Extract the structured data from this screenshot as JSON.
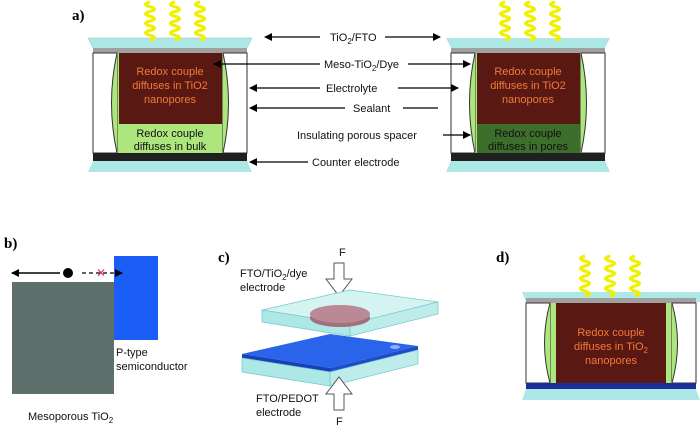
{
  "panels": {
    "a": "a)",
    "b": "b)",
    "c": "c)",
    "d": "d)"
  },
  "panel_a": {
    "labels": {
      "tio2_fto": "TiO2/FTO",
      "meso_dye": "Meso-TiO2/Dye",
      "electrolyte": "Electrolyte",
      "sealant": "Sealant",
      "spacer": "Insulating porous spacer",
      "counter": "Counter electrode"
    },
    "left_cell": {
      "pore_text": [
        "Redox couple",
        "diffuses in TiO2",
        "nanopores"
      ],
      "bulk_text": [
        "Redox couple",
        "diffuses in bulk"
      ]
    },
    "right_cell": {
      "pore_text": [
        "Redox couple",
        "diffuses in TiO2",
        "nanopores"
      ],
      "pores_text": [
        "Redox couple",
        "diffuses in pores"
      ]
    }
  },
  "panel_b": {
    "mesoporous": "Mesoporous TiO2",
    "ptype": [
      "P-type",
      "semiconductor"
    ]
  },
  "panel_c": {
    "top_electrode": [
      "FTO/TiO2/dye",
      "electrode"
    ],
    "bottom_electrode": [
      "FTO/PEDOT",
      "electrode"
    ],
    "force_top": "F",
    "force_bottom": "F"
  },
  "panel_d": {
    "text": [
      "Redox couple",
      "diffuses in TiO2",
      "nanopores"
    ]
  },
  "colors": {
    "glass": "#aee8e6",
    "fto": "#a0a0a0",
    "dye_film": "#5a1812",
    "electrolyte": "#aee67e",
    "counter": "#202020",
    "spacer": "#3e6e2c",
    "tio2_block": "#5f6f6c",
    "ptype_block": "#1a5ef5",
    "dye_text": "#f07a3a",
    "antenna": "#f0f000"
  }
}
